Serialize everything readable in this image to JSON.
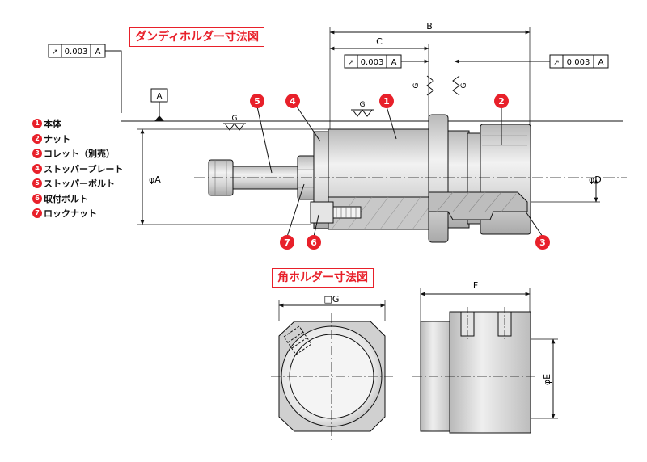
{
  "titles": {
    "dandy_holder": "ダンディホルダー寸法図",
    "square_holder": "角ホルダー寸法図"
  },
  "tolerance_frames": [
    {
      "symbol": "↗",
      "value": "0.003",
      "datum": "A"
    },
    {
      "symbol": "↗",
      "value": "0.003",
      "datum": "A"
    },
    {
      "symbol": "↗",
      "value": "0.003",
      "datum": "A"
    }
  ],
  "datum_label": "A",
  "finish_mark": "G",
  "dimensions": {
    "B": "B",
    "C": "C",
    "phiA": "φA",
    "phiD": "φD",
    "F": "F",
    "sqG": "□G",
    "phiE": "φE"
  },
  "legend": [
    {
      "num": "1",
      "label": "本体"
    },
    {
      "num": "2",
      "label": "ナット"
    },
    {
      "num": "3",
      "label": "コレット（別売）"
    },
    {
      "num": "4",
      "label": "ストッパープレート"
    },
    {
      "num": "5",
      "label": "ストッパーボルト"
    },
    {
      "num": "6",
      "label": "取付ボルト"
    },
    {
      "num": "7",
      "label": "ロックナット"
    }
  ],
  "callouts": [
    "1",
    "2",
    "3",
    "4",
    "5",
    "6",
    "7"
  ],
  "colors": {
    "accent": "#e8202a",
    "line": "#111111",
    "body_fill": "#d6d6d6",
    "hatch": "#9a9a9a"
  }
}
